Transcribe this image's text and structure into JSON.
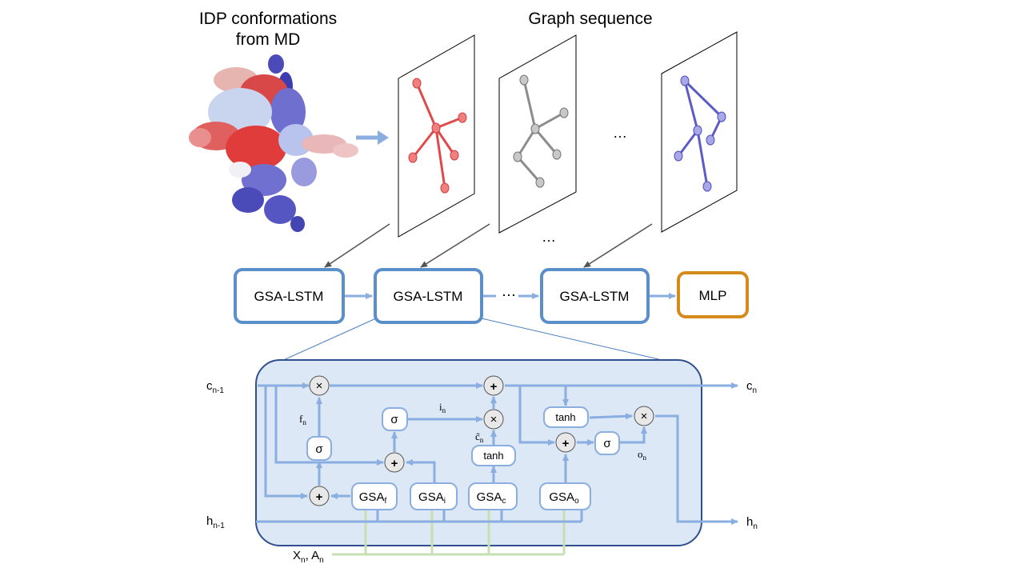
{
  "header": {
    "left_title_line1": "IDP conformations",
    "left_title_line2": "from MD",
    "right_title": "Graph sequence"
  },
  "ellipsis": "…",
  "pipeline": {
    "lstm_label": "GSA-LSTM",
    "mlp_label": "MLP",
    "ellipsis": "⋯"
  },
  "cell": {
    "inputs": {
      "c_prev": "c",
      "c_prev_sub": "n-1",
      "h_prev": "h",
      "h_prev_sub": "n-1",
      "x": "X",
      "x_sub": "n",
      "a": "A",
      "a_sub": "n"
    },
    "outputs": {
      "c": "c",
      "c_sub": "n",
      "h": "h",
      "h_sub": "n"
    },
    "gates": {
      "gsa": "GSA",
      "gsa_f": "f",
      "gsa_i": "i",
      "gsa_c": "c",
      "gsa_o": "o",
      "sigma": "σ",
      "tanh": "tanh",
      "plus": "+",
      "times": "×"
    },
    "annotations": {
      "f": "f",
      "f_sub": "n",
      "i": "i",
      "i_sub": "n",
      "c_tilde": "c̃",
      "c_tilde_sub": "n",
      "o": "o",
      "o_sub": "n"
    }
  },
  "colors": {
    "lstm_border": "#5b8fc9",
    "mlp_border": "#d68a1a",
    "cell_fill": "#dce8f5",
    "cell_border": "#2f4f8f",
    "flow": "#8aaee0",
    "input_line": "#c6e0b4",
    "graph1": "#e04a4a",
    "graph2": "#8c8c8c",
    "graph3": "#5c5cc8"
  }
}
